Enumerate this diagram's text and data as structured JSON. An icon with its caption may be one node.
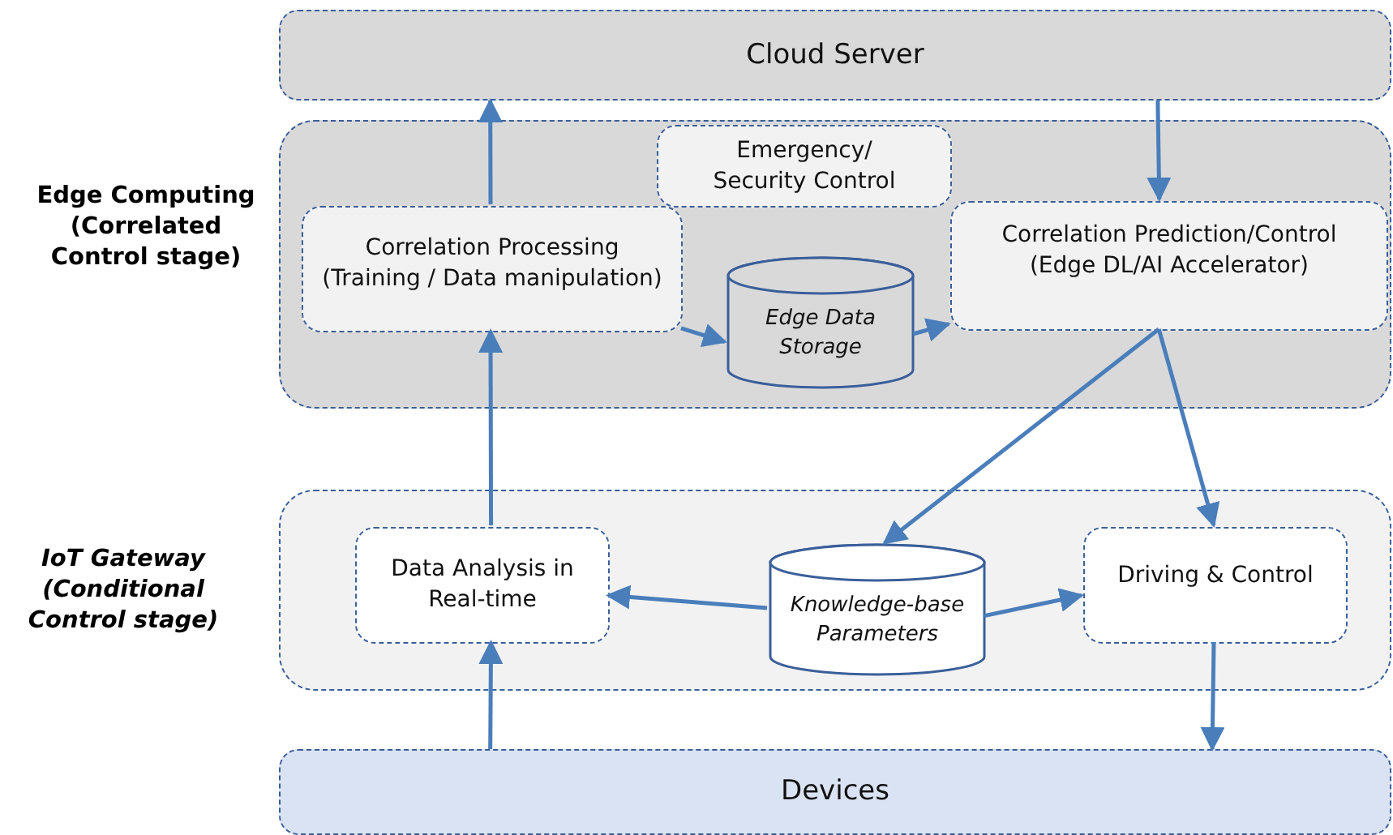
{
  "diagram": {
    "nodes": [
      {
        "text": [
          "Cloud Server"
        ]
      },
      {
        "text": [],
        "shape": "box",
        "beside": [
          "Edge Computing (Correlated Control stage)"
        ]
      },
      {
        "text": [
          "Emergency/ Security Control"
        ],
        "in": 1
      },
      {
        "text": [
          "Correlation Processing (Training / Data manipulation)"
        ],
        "in": 1
      },
      {
        "text": [
          "Edge Data Storage"
        ],
        "in": 1
      },
      {
        "text": [
          "Correlation Prediction/Control (Edge DL/AI Accelerator)"
        ],
        "in": 1
      },
      {
        "text": [],
        "shape": "box",
        "beside": [
          "IoT Gateway (Conditional Control stage)"
        ]
      },
      {
        "text": [
          "Data Analysis in Real-time"
        ],
        "in": 6
      },
      {
        "text": [
          "Knowledge-base Parameters"
        ],
        "in": 6
      },
      {
        "text": [
          "Driving & Control"
        ],
        "in": 6
      },
      {
        "text": [
          "Devices"
        ]
      }
    ],
    "edges": [
      {
        "from": 3,
        "to": 0,
        "arrow": "to"
      },
      {
        "from": 0,
        "to": 5,
        "arrow": "to"
      },
      {
        "from": 3,
        "to": 4,
        "arrow": "to"
      },
      {
        "from": 4,
        "to": 5,
        "arrow": "to"
      },
      {
        "from": 5,
        "to": 8,
        "arrow": "to"
      },
      {
        "from": 5,
        "to": 9,
        "arrow": "to"
      },
      {
        "from": 8,
        "to": 7,
        "arrow": "to"
      },
      {
        "from": 8,
        "to": 9,
        "arrow": "to"
      },
      {
        "from": 7,
        "to": 3,
        "arrow": "to"
      },
      {
        "from": 10,
        "to": 7,
        "arrow": "to"
      },
      {
        "from": 9,
        "to": 10,
        "arrow": "to"
      }
    ]
  }
}
